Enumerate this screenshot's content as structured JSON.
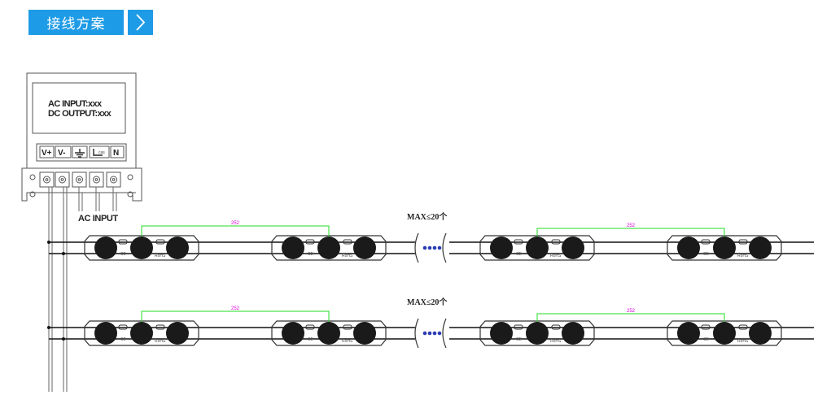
{
  "header": {
    "title": "接线方案",
    "arrow_icon": "chevron-right-icon",
    "color": "#1e9be6"
  },
  "power_supply": {
    "input_label": "AC INPUT:xxx",
    "output_label": "DC OUTPUT:xxx",
    "terminals": [
      "V+",
      "V-",
      "⏚",
      "L",
      "N"
    ],
    "terminal_l_sub": "cas"
  },
  "ac_input_label": "AC INPUT",
  "strings": [
    {
      "max_label": "MAX≤20个",
      "pitch_label_left": "252",
      "pitch_label_right": "252"
    },
    {
      "max_label": "MAX≤20个",
      "pitch_label_left": "252",
      "pitch_label_right": "252"
    }
  ],
  "module_marks": {
    "ce": "CE",
    "rohs": "RoHS"
  },
  "colors": {
    "dimension_line": "#22dd22",
    "dimension_text": "#e000e0",
    "wire": "#111111",
    "dots": "#2a3bb5"
  }
}
